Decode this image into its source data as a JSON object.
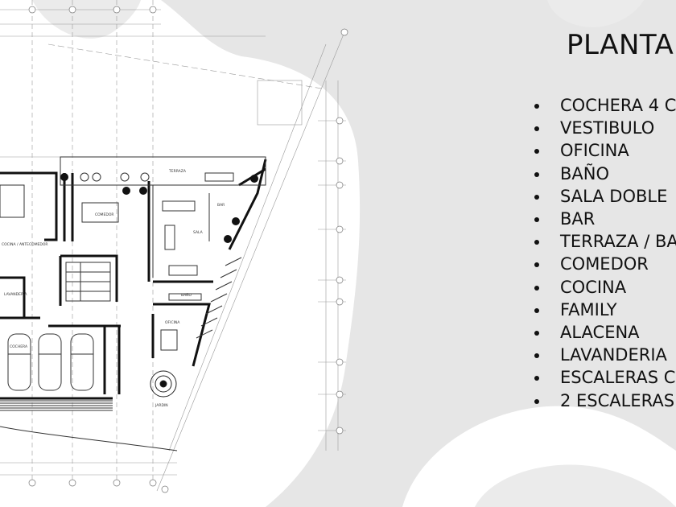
{
  "slide": {
    "title": "PLANTA",
    "rooms": [
      "COCHERA 4 C",
      "VESTIBULO",
      "OFICINA",
      "BAÑO",
      "SALA DOBLE",
      "BAR",
      "TERRAZA / BA",
      "COMEDOR",
      "COCINA",
      "FAMILY",
      "ALACENA",
      "LAVANDERIA",
      "ESCALERAS C",
      "2 ESCALERAS"
    ]
  },
  "plan": {
    "labels": {
      "comedor": "COMEDOR",
      "bar": "BAR",
      "sala": "SALA",
      "terraza": "TERRAZA",
      "oficina": "OFICINA",
      "bano": "BAÑO",
      "cochera": "COCHERA",
      "lavanderia": "LAVANDERIA",
      "cocina": "COCINA / ANTECOMEDOR",
      "jardin": "JARDIN"
    }
  },
  "colors": {
    "background": "#e6e6e6",
    "blob": "#ffffff",
    "ink": "#111111"
  }
}
